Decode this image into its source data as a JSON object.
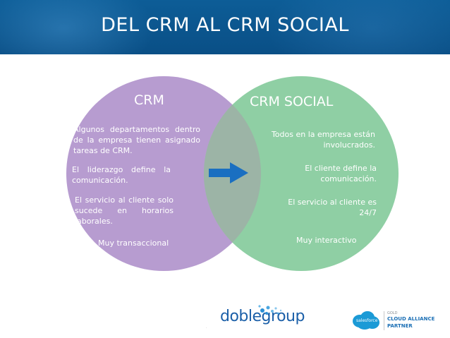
{
  "title": "DEL CRM AL CRM SOCIAL",
  "colors": {
    "header_bg": "#0b548c",
    "left_circle": "#b79cd0",
    "right_circle": "#8fcfa4",
    "overlap": "#9cb4a6",
    "arrow": "#1a6fc1",
    "text": "#ffffff"
  },
  "left": {
    "heading": "CRM",
    "items": [
      "Algunos departamentos dentro de la empresa tienen asignado tareas de CRM.",
      "El liderazgo define la comunicación.",
      "El servicio al cliente solo sucede en horarios laborales.",
      "Muy transaccional"
    ]
  },
  "right": {
    "heading": "CRM SOCIAL",
    "items": [
      "Todos en la empresa están involucrados.",
      "El cliente define la comunicación.",
      "El servicio al cliente es 24/7",
      "Muy interactivo"
    ]
  },
  "arrow_icon": "arrow-right-icon",
  "logos": {
    "doblegroup": "doblegroup",
    "salesforce_word": "salesforce",
    "gold": "GOLD",
    "cloud_alliance_line1": "CLOUD ALLIANCE",
    "cloud_alliance_line2": "PARTNER"
  }
}
